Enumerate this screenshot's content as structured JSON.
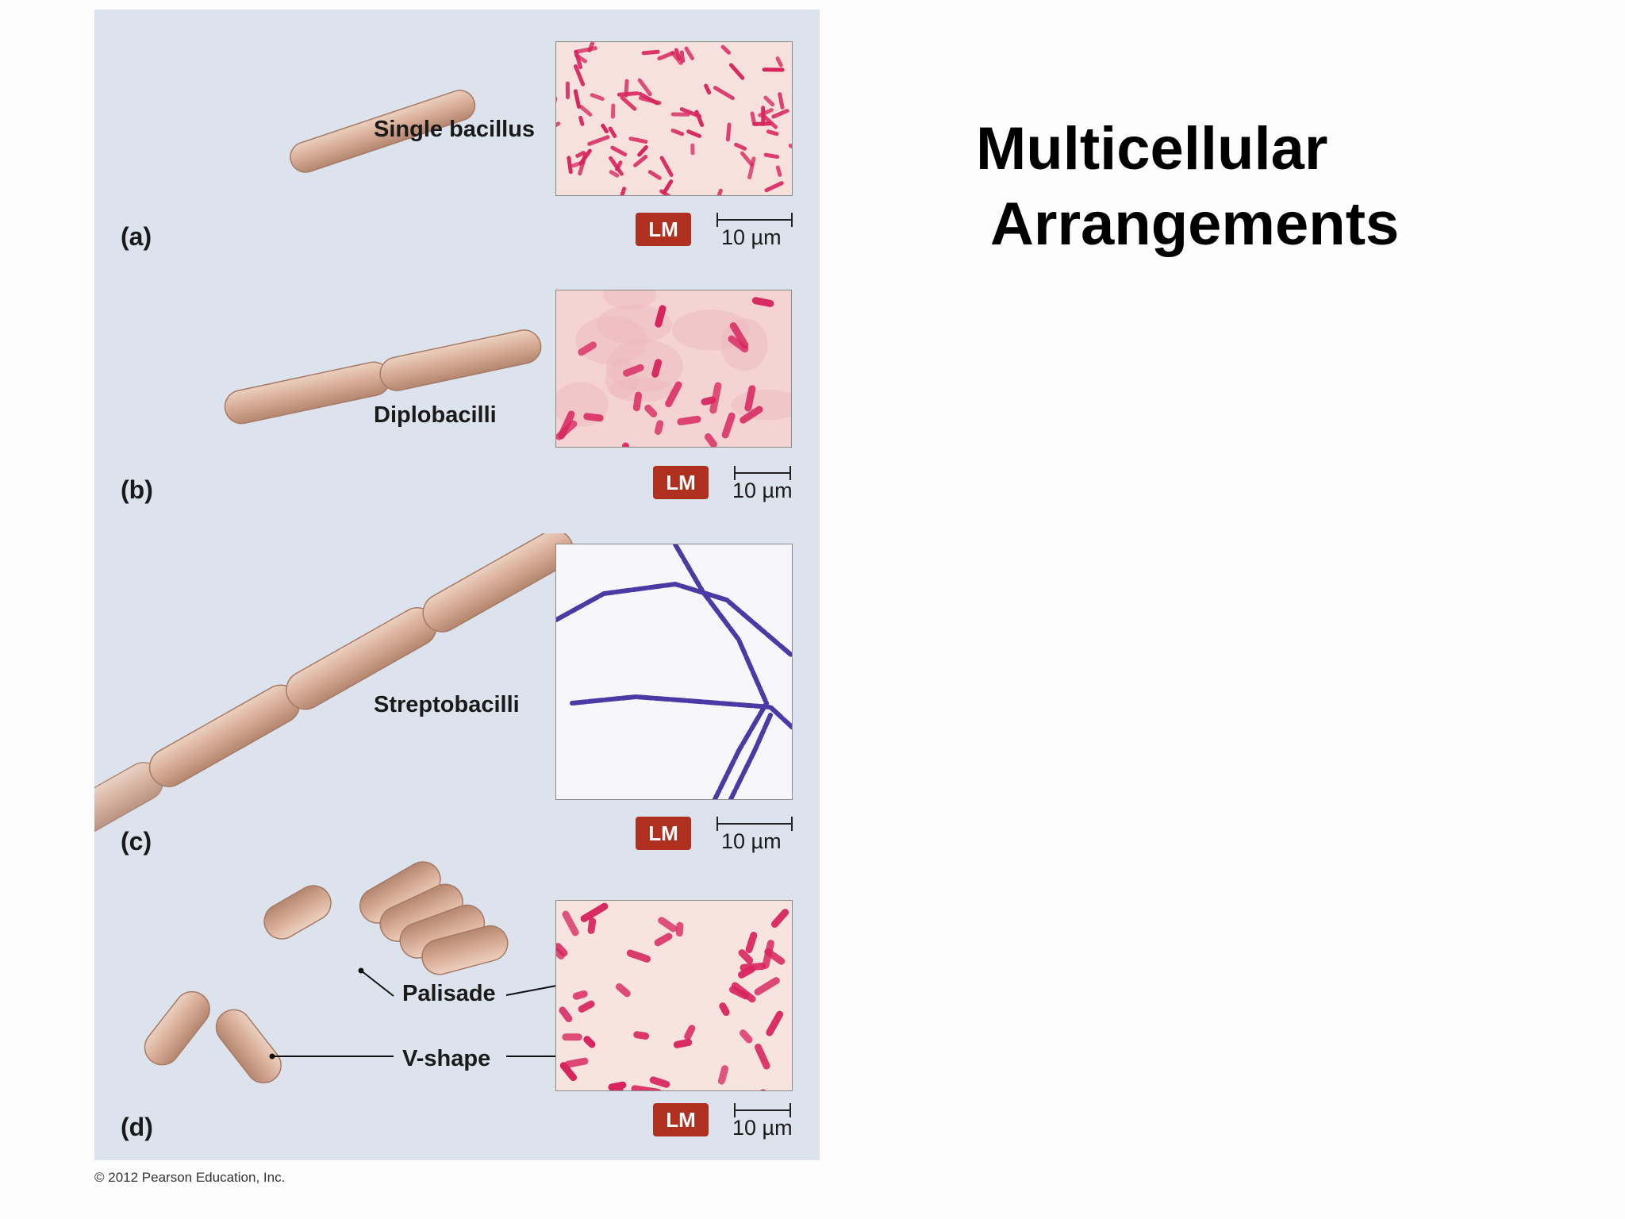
{
  "slide": {
    "title_line1": "Multicellular",
    "title_line2": "Arrangements"
  },
  "figure": {
    "copyright": "© 2012 Pearson Education, Inc.",
    "panels": [
      {
        "letter": "(a)",
        "labels": [
          "Single bacillus"
        ],
        "badge": "LM",
        "scale": "10 µm",
        "micrograph_stain": "pink"
      },
      {
        "letter": "(b)",
        "labels": [
          "Diplobacilli"
        ],
        "badge": "LM",
        "scale": "10 µm",
        "micrograph_stain": "pink"
      },
      {
        "letter": "(c)",
        "labels": [
          "Streptobacilli"
        ],
        "badge": "LM",
        "scale": "10 µm",
        "micrograph_stain": "purple"
      },
      {
        "letter": "(d)",
        "labels": [
          "Palisade",
          "V-shape"
        ],
        "badge": "LM",
        "scale": "10 µm",
        "micrograph_stain": "pink"
      }
    ]
  },
  "colors": {
    "panel_bg": "#dde3ec",
    "cell_body": "#d9ae98",
    "badge_bg": "#b0301f",
    "stain_pink": "#d8245e",
    "stain_purple": "#4b3aa6"
  }
}
